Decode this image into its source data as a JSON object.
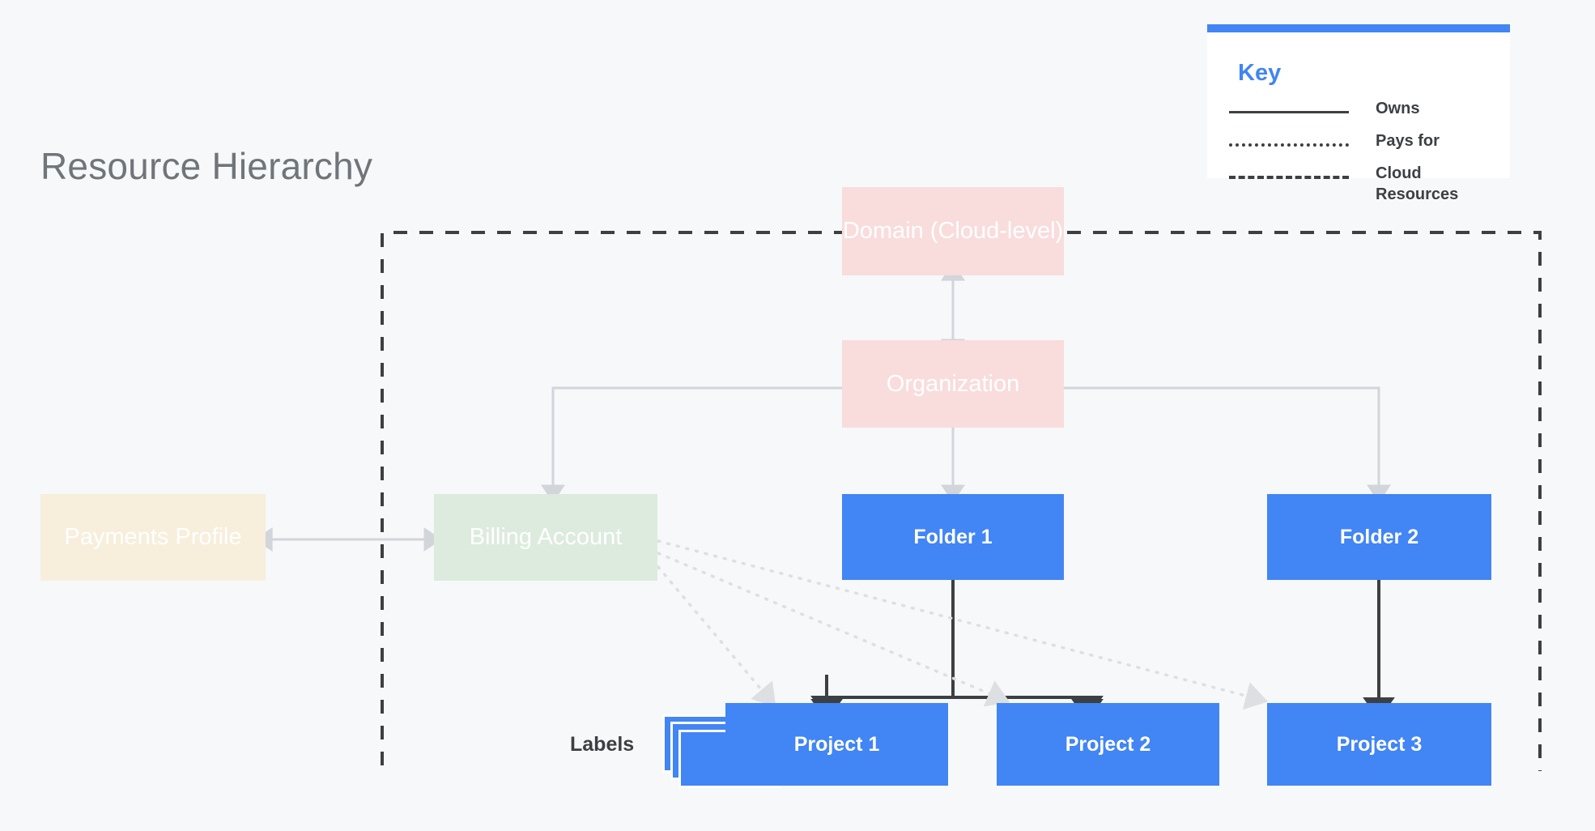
{
  "page": {
    "title": "Resource Hierarchy",
    "background_color": "#f6f8fa"
  },
  "colors": {
    "blue": "#4285f4",
    "pink": "#f9dcdc",
    "cream": "#f7eedc",
    "green": "#dcebdd",
    "title_gray": "#70757a",
    "text_dark": "#3c4043",
    "connector_gray": "#d2d5d9",
    "connector_dark": "#3c4043"
  },
  "key": {
    "title": "Key",
    "rows": [
      {
        "style": "solid",
        "label": "Owns"
      },
      {
        "style": "dotted",
        "label": "Pays for"
      },
      {
        "style": "dashed",
        "label": "Cloud Resources"
      }
    ]
  },
  "diagram": {
    "type": "hierarchy",
    "labels_caption": "Labels",
    "nodes": [
      {
        "id": "domain",
        "label": "Domain (Cloud-level)",
        "kind": "pink"
      },
      {
        "id": "organization",
        "label": "Organization",
        "kind": "pink"
      },
      {
        "id": "payments_profile",
        "label": "Payments Profile",
        "kind": "cream"
      },
      {
        "id": "billing_account",
        "label": "Billing Account",
        "kind": "green"
      },
      {
        "id": "folder_1",
        "label": "Folder 1",
        "kind": "blue"
      },
      {
        "id": "folder_2",
        "label": "Folder 2",
        "kind": "blue"
      },
      {
        "id": "project_1",
        "label": "Project 1",
        "kind": "blue"
      },
      {
        "id": "project_2",
        "label": "Project 2",
        "kind": "blue"
      },
      {
        "id": "project_3",
        "label": "Project 3",
        "kind": "blue"
      }
    ],
    "edges": [
      {
        "from": "domain",
        "to": "organization",
        "relation": "owns",
        "style": "solid-gray",
        "bidirectional": true
      },
      {
        "from": "organization",
        "to": "billing_account",
        "relation": "owns",
        "style": "solid-gray"
      },
      {
        "from": "organization",
        "to": "folder_1",
        "relation": "owns",
        "style": "solid-gray"
      },
      {
        "from": "organization",
        "to": "folder_2",
        "relation": "owns",
        "style": "solid-gray"
      },
      {
        "from": "payments_profile",
        "to": "billing_account",
        "relation": "owns",
        "style": "solid-gray",
        "bidirectional": true
      },
      {
        "from": "folder_1",
        "to": "project_1",
        "relation": "owns",
        "style": "solid-dark"
      },
      {
        "from": "folder_1",
        "to": "project_2",
        "relation": "owns",
        "style": "solid-dark"
      },
      {
        "from": "folder_2",
        "to": "project_3",
        "relation": "owns",
        "style": "solid-dark"
      },
      {
        "from": "billing_account",
        "to": "project_1",
        "relation": "pays for",
        "style": "dotted"
      },
      {
        "from": "billing_account",
        "to": "project_2",
        "relation": "pays for",
        "style": "dotted"
      },
      {
        "from": "billing_account",
        "to": "project_3",
        "relation": "pays for",
        "style": "dotted"
      }
    ],
    "cloud_resources_boundary": {
      "style": "dashed",
      "contains": [
        "domain",
        "organization",
        "billing_account",
        "folder_1",
        "folder_2",
        "project_1",
        "project_2",
        "project_3"
      ]
    }
  }
}
